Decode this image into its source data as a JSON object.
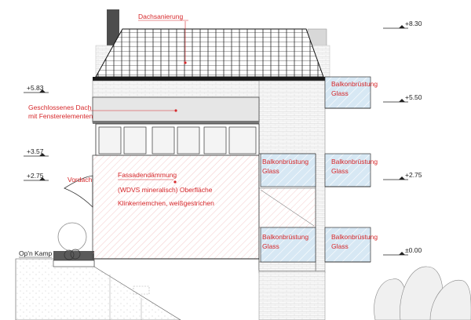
{
  "labels": {
    "dachsanierung": "Dachsanierung",
    "geschlossenes_1": "Geschlossenes Dach",
    "geschlossenes_2": "mit Fensterelementen",
    "vordach": "Vordach",
    "fassade_1": "Fassadendämmung",
    "fassade_2": "(WDVS mineralisch) Oberfläche",
    "fassade_3": "Klinkerriemchen, weißgestrichen",
    "balkon_1": "Balkonbrüstung",
    "balkon_2": "Glass",
    "street": "Op'n Kamp"
  },
  "levels": {
    "p830": "+8.30",
    "p583": "+5.83",
    "p550": "+5.50",
    "p357": "+3.57",
    "p275_left": "+2.75",
    "p275_right": "+2.75",
    "p000": "±0.00"
  },
  "colors": {
    "annotation": "#d6282b",
    "line": "#222222",
    "hatch": "#e8a8a8",
    "glass": "#cfe4f2",
    "roof": "#333333"
  }
}
